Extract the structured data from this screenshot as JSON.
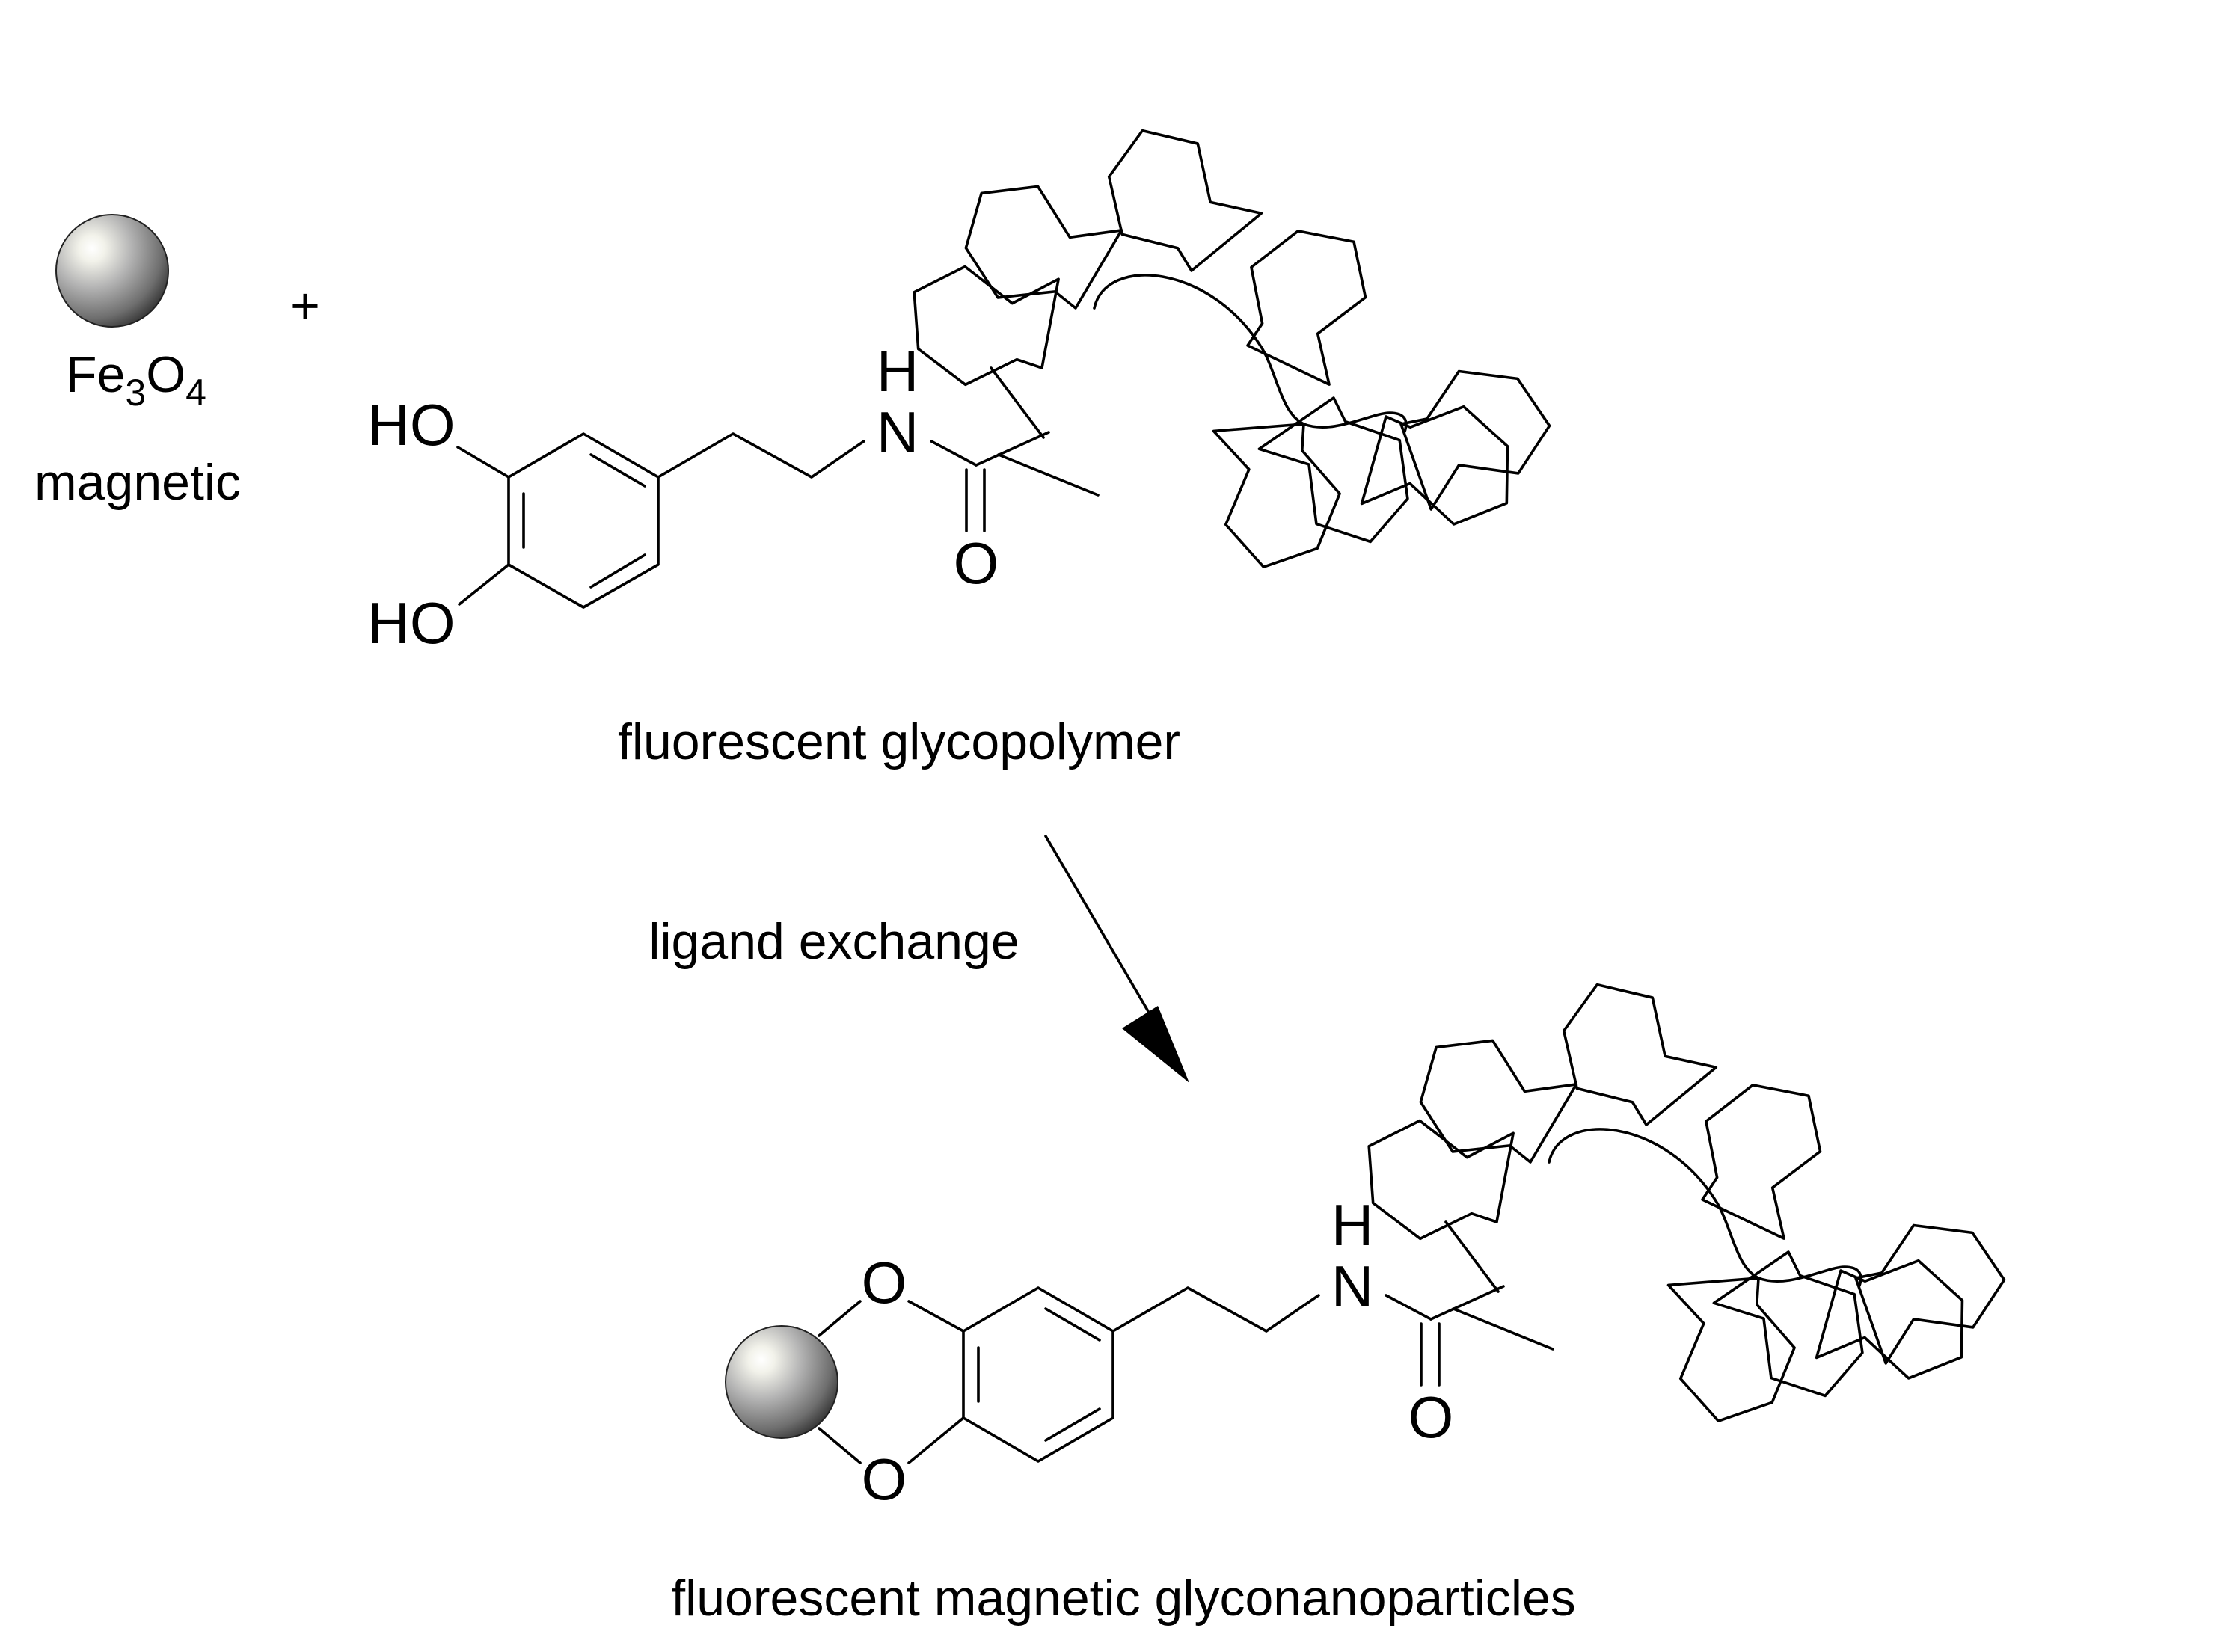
{
  "reactant": {
    "formula": {
      "base1": "Fe",
      "sub1": "3",
      "base2": "O",
      "sub2": "4"
    },
    "property": "magnetic",
    "plus": "+"
  },
  "glycopolymer": {
    "label": "fluorescent glycopolymer",
    "atoms": {
      "ho_top": "HO",
      "ho_bottom": "HO",
      "h": "H",
      "n": "N",
      "o": "O"
    }
  },
  "arrow": {
    "label": "ligand exchange"
  },
  "product": {
    "label": "fluorescent magnetic glyconanoparticles",
    "atoms": {
      "o_top": "O",
      "o_bottom": "O",
      "h": "H",
      "n": "N",
      "o": "O"
    }
  },
  "colors": {
    "line": "#000000",
    "background": "#ffffff",
    "sphere_highlight": "#ffffff",
    "sphere_mid": "#a8a8a8",
    "sphere_shadow": "#3a3a3a"
  }
}
